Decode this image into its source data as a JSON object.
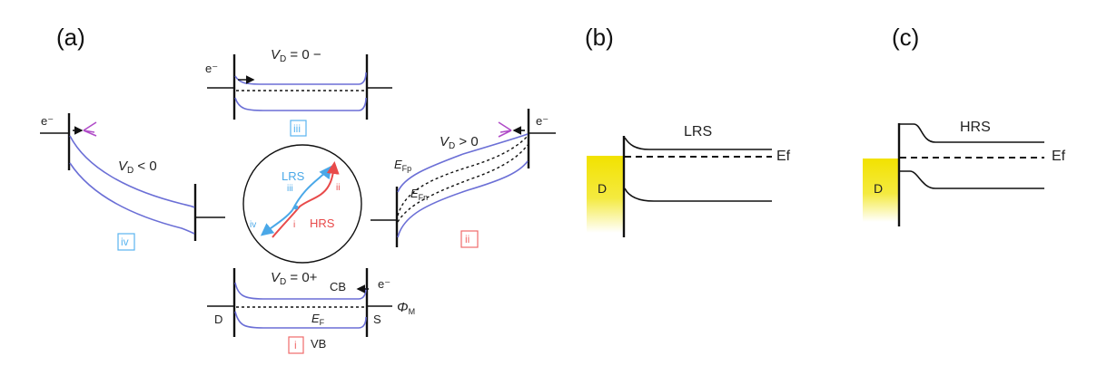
{
  "panels": {
    "a": {
      "label": "(a)",
      "top": {
        "electron": "e⁻",
        "vd_label": "V",
        "vd_sub": "D",
        "vd_value": " = 0 −",
        "roman": "iii"
      },
      "left": {
        "electron": "e⁻",
        "vd_label": "V",
        "vd_sub": "D",
        "vd_value": " < 0",
        "roman": "iv"
      },
      "right": {
        "electron": "e⁻",
        "vd_label": "V",
        "vd_sub": "D",
        "vd_value": " > 0",
        "efp": "E",
        "efp_sub": "Fp",
        "efn": "E",
        "efn_sub": "Fn",
        "roman": "ii"
      },
      "bottom": {
        "electron": "e⁻",
        "vd_label": "V",
        "vd_sub": "D",
        "vd_value": " = 0+",
        "cb": "CB",
        "vb": "VB",
        "ef": "E",
        "ef_sub": "F",
        "phi": "Φ",
        "phi_sub": "M",
        "d": "D",
        "s": "S",
        "roman": "i"
      },
      "center": {
        "lrs": "LRS",
        "hrs": "HRS",
        "i": "i",
        "ii": "ii",
        "iii": "iii",
        "iv": "iv"
      }
    },
    "b": {
      "label": "(b)",
      "state": "LRS",
      "ef": "Ef",
      "electrode": "D"
    },
    "c": {
      "label": "(c)",
      "state": "HRS",
      "ef": "Ef",
      "electrode": "D"
    }
  },
  "colors": {
    "band": "#6b6fd6",
    "lrs": "#4aa8e8",
    "hrs": "#e84a4a",
    "electrode": "#f2e200"
  }
}
